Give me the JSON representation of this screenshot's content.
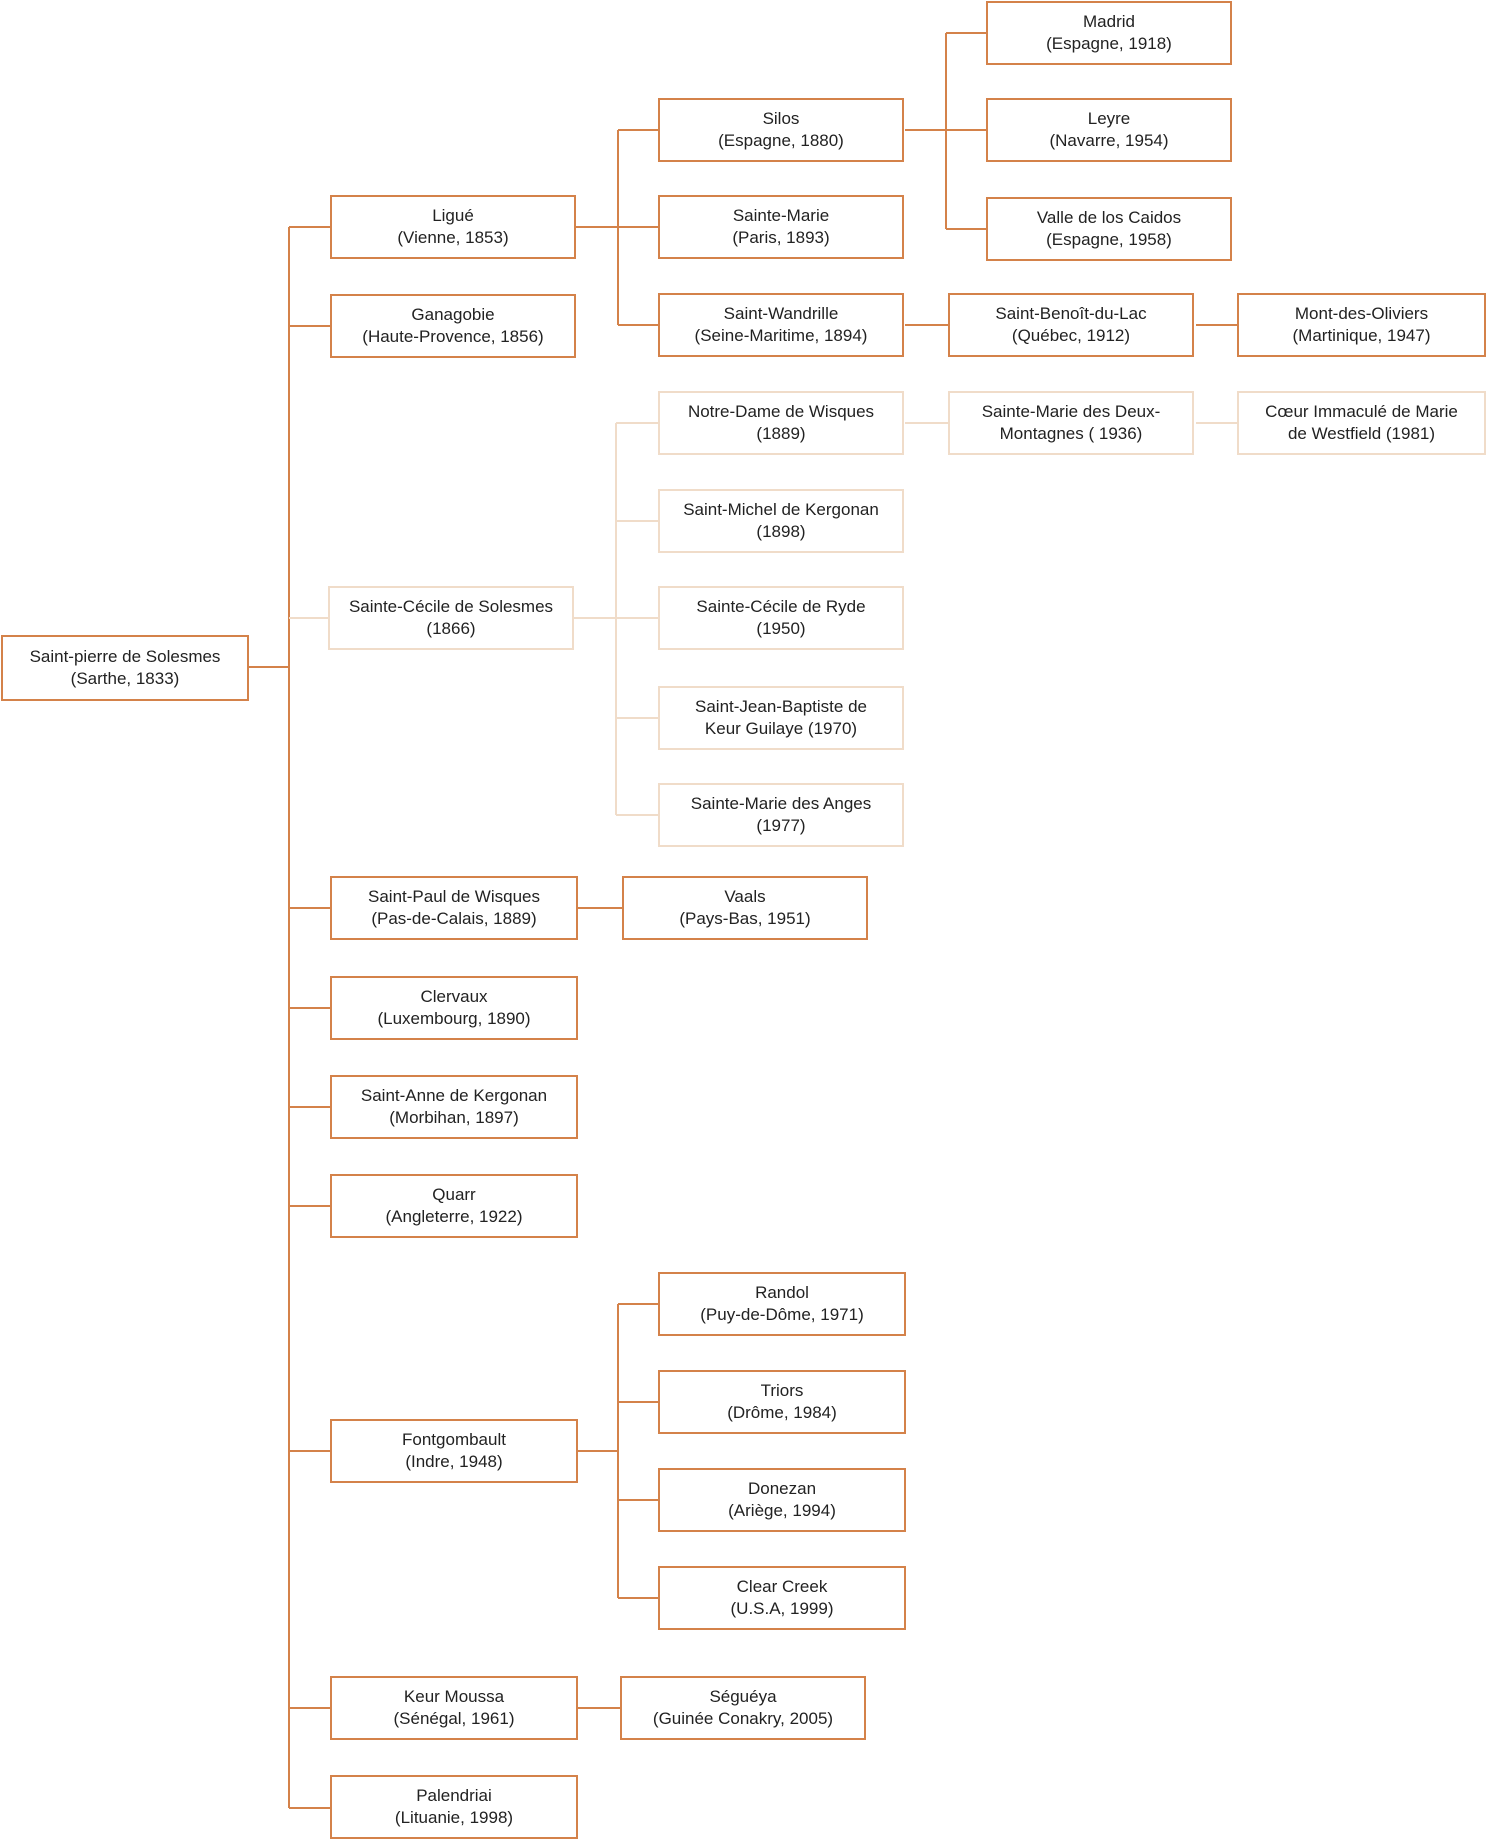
{
  "colors": {
    "accent": "#d4824a",
    "accent_light": "#f0dcc9"
  },
  "nodes": {
    "root": {
      "name": "Saint-pierre de Solesmes",
      "detail": "(Sarthe, 1833)"
    },
    "ligue": {
      "name": "Ligué",
      "detail": "(Vienne, 1853)"
    },
    "silos": {
      "name": "Silos",
      "detail": "(Espagne, 1880)"
    },
    "madrid": {
      "name": "Madrid",
      "detail": "(Espagne, 1918)"
    },
    "leyre": {
      "name": "Leyre",
      "detail": "(Navarre, 1954)"
    },
    "valle": {
      "name": "Valle de los Caidos",
      "detail": "(Espagne, 1958)"
    },
    "sainte_marie": {
      "name": "Sainte-Marie",
      "detail": "(Paris, 1893)"
    },
    "wandrille": {
      "name": "Saint-Wandrille",
      "detail": "(Seine-Maritime, 1894)"
    },
    "benoit": {
      "name": "Saint-Benoît-du-Lac",
      "detail": "(Québec, 1912)"
    },
    "oliviers": {
      "name": "Mont-des-Oliviers",
      "detail": "(Martinique, 1947)"
    },
    "ganagobie": {
      "name": "Ganagobie",
      "detail": "(Haute-Provence, 1856)"
    },
    "cecile": {
      "name": "Sainte-Cécile de Solesmes",
      "detail": "(1866)"
    },
    "nd_wisques": {
      "name": "Notre-Dame de Wisques",
      "detail": "(1889)"
    },
    "deux_montagnes": {
      "name": "Sainte-Marie des Deux-",
      "detail": "Montagnes ( 1936)"
    },
    "westfield": {
      "name": "Cœur Immaculé de Marie",
      "detail": "de Westfield (1981)"
    },
    "michel": {
      "name": "Saint-Michel de Kergonan",
      "detail": "(1898)"
    },
    "ryde": {
      "name": "Sainte-Cécile de Ryde",
      "detail": "(1950)"
    },
    "keur_guilaye": {
      "name": "Saint-Jean-Baptiste de",
      "detail": "Keur Guilaye (1970)"
    },
    "anges": {
      "name": "Sainte-Marie des Anges",
      "detail": "(1977)"
    },
    "paul_wisques": {
      "name": "Saint-Paul de Wisques",
      "detail": "(Pas-de-Calais, 1889)"
    },
    "vaals": {
      "name": "Vaals",
      "detail": "(Pays-Bas, 1951)"
    },
    "clervaux": {
      "name": "Clervaux",
      "detail": "(Luxembourg, 1890)"
    },
    "anne": {
      "name": "Saint-Anne de Kergonan",
      "detail": "(Morbihan, 1897)"
    },
    "quarr": {
      "name": "Quarr",
      "detail": "(Angleterre, 1922)"
    },
    "fontgombault": {
      "name": "Fontgombault",
      "detail": "(Indre, 1948)"
    },
    "randol": {
      "name": "Randol",
      "detail": "(Puy-de-Dôme, 1971)"
    },
    "triors": {
      "name": "Triors",
      "detail": "(Drôme, 1984)"
    },
    "donezan": {
      "name": "Donezan",
      "detail": "(Ariège, 1994)"
    },
    "clear_creek": {
      "name": "Clear Creek",
      "detail": "(U.S.A, 1999)"
    },
    "keur_moussa": {
      "name": "Keur Moussa",
      "detail": "(Sénégal, 1961)"
    },
    "segueya": {
      "name": "Séguéya",
      "detail": "(Guinée Conakry, 2005)"
    },
    "palendriai": {
      "name": "Palendriai",
      "detail": "(Lituanie, 1998)"
    }
  }
}
